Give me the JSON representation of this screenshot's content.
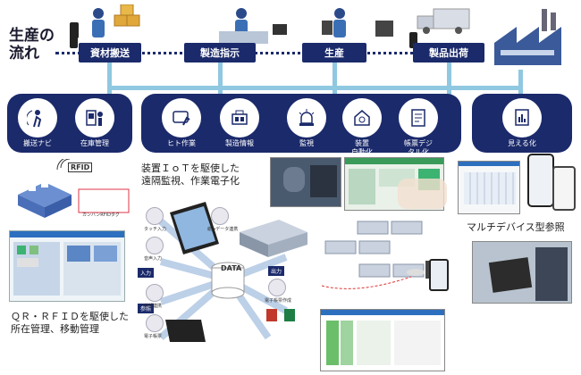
{
  "flow": {
    "title": "生産の\n流れ",
    "steps": [
      "資材搬送",
      "製造指示",
      "生産",
      "製品出荷"
    ]
  },
  "functions": [
    {
      "label": "搬送ナビ",
      "icon": "navigation-person-icon"
    },
    {
      "label": "在庫管理",
      "icon": "inventory-icon"
    },
    {
      "label": "ヒト作業",
      "icon": "tablet-work-icon"
    },
    {
      "label": "製造情報",
      "icon": "production-info-icon"
    },
    {
      "label": "監視",
      "icon": "alarm-light-icon"
    },
    {
      "label": "装置\n自動化",
      "icon": "automation-icon"
    },
    {
      "label": "帳票デジ\nタル化",
      "icon": "digital-form-icon"
    },
    {
      "label": "見える化",
      "icon": "visualization-icon"
    }
  ],
  "captions": {
    "iot": "装置ＩｏＴを駆使した\n遠隔監視、作業電子化",
    "multidevice": "マルチデバイス型参照",
    "qr_rfid": "ＱＲ・ＲＦＩＤを駆使した\n所在管理、移動管理"
  },
  "rfid": {
    "tag_label": "RFID",
    "kanban_label": "カンバンRFIDタグ"
  },
  "network": {
    "center": "DATA",
    "input_tag": "入力",
    "ref_tag": "参照",
    "output_tag": "出力",
    "nodes": [
      "タッチ入力",
      "音声入力",
      "紙→データ連携",
      "外部連携",
      "電子帳票",
      "電子帳票作成"
    ]
  },
  "colors": {
    "navy": "#1b2a6b",
    "light_blue": "#8fc8e0",
    "text": "#222222"
  }
}
